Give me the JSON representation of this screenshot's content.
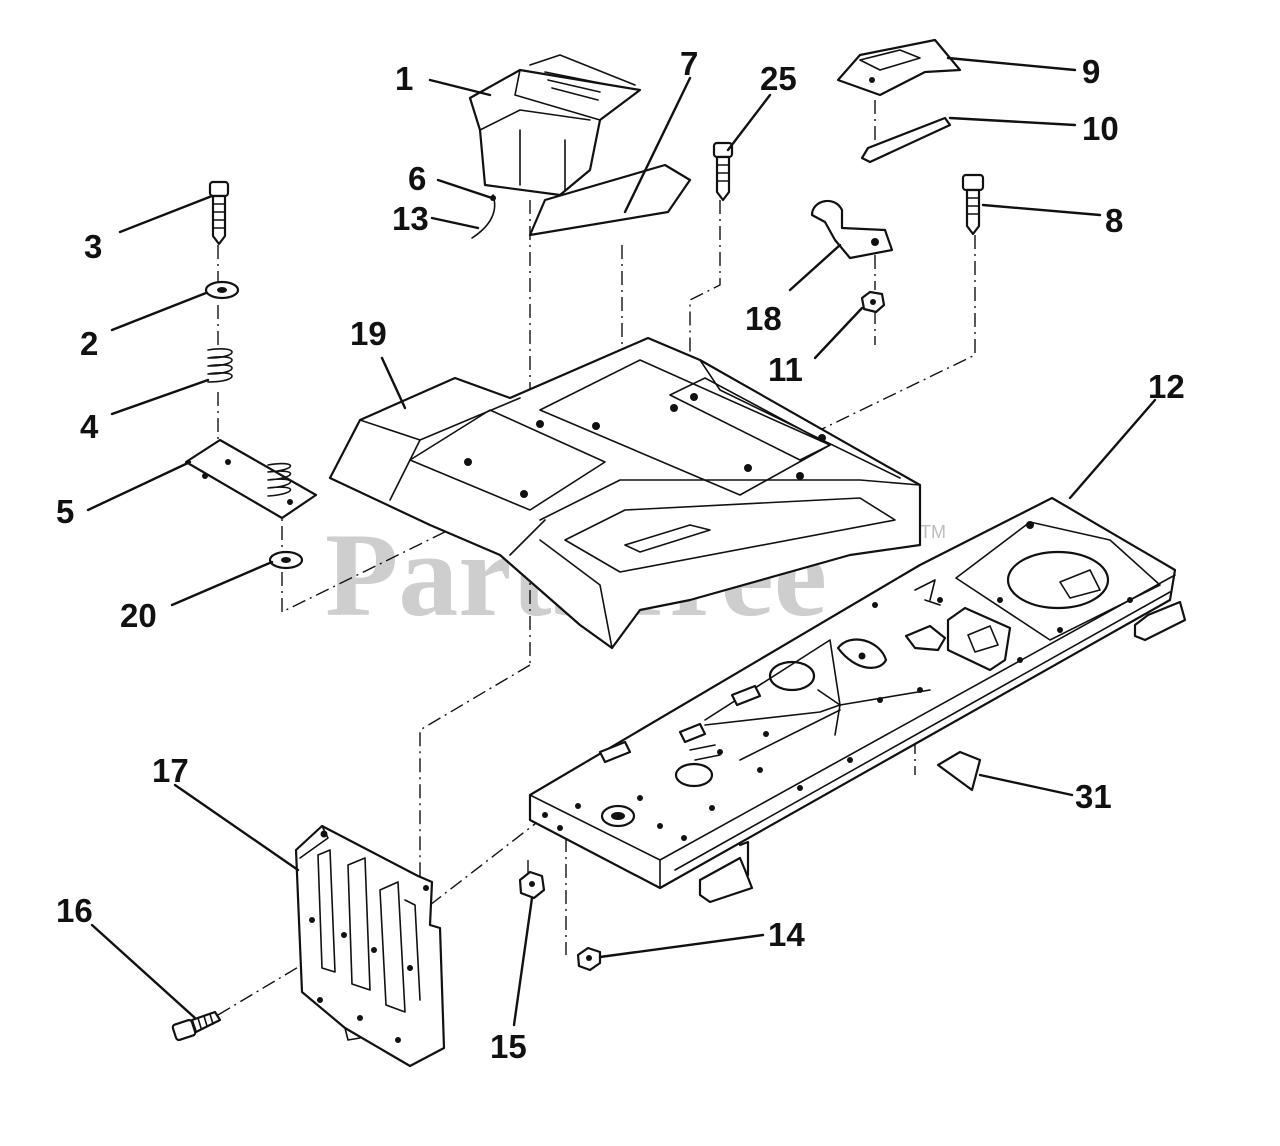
{
  "watermark": {
    "text": "PartsTree",
    "trademark": "TM"
  },
  "callouts": [
    {
      "id": "1",
      "label": "1"
    },
    {
      "id": "2",
      "label": "2"
    },
    {
      "id": "3",
      "label": "3"
    },
    {
      "id": "4",
      "label": "4"
    },
    {
      "id": "5",
      "label": "5"
    },
    {
      "id": "6",
      "label": "6"
    },
    {
      "id": "7",
      "label": "7"
    },
    {
      "id": "8",
      "label": "8"
    },
    {
      "id": "9",
      "label": "9"
    },
    {
      "id": "10",
      "label": "10"
    },
    {
      "id": "11",
      "label": "11"
    },
    {
      "id": "12",
      "label": "12"
    },
    {
      "id": "13",
      "label": "13"
    },
    {
      "id": "14",
      "label": "14"
    },
    {
      "id": "15",
      "label": "15"
    },
    {
      "id": "16",
      "label": "16"
    },
    {
      "id": "17",
      "label": "17"
    },
    {
      "id": "18",
      "label": "18"
    },
    {
      "id": "19",
      "label": "19"
    },
    {
      "id": "20",
      "label": "20"
    },
    {
      "id": "25",
      "label": "25"
    },
    {
      "id": "31",
      "label": "31"
    }
  ]
}
